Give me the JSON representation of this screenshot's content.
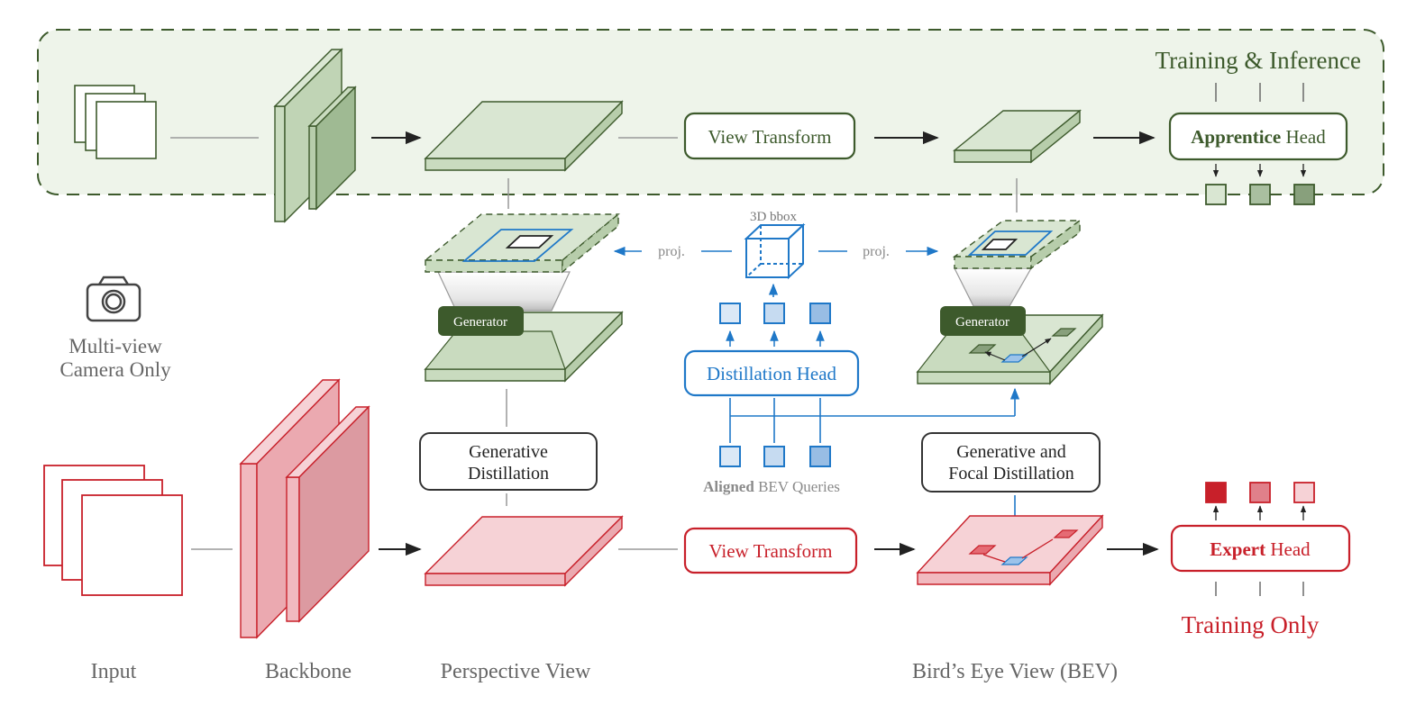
{
  "colors": {
    "green_dark": "#3d5a2c",
    "green_fill": "#d9e6d2",
    "green_mid": "#a9bfa0",
    "green_box": "#88a07c",
    "red": "#c8202a",
    "red_fill": "#f3c9cd",
    "blue": "#1f78c8",
    "blue_fill": "#dbe8f6",
    "gray": "#8a8a8a"
  },
  "top": {
    "mode_label": "Training & Inference",
    "view_transform": "View Transform",
    "head_bold": "Apprentice",
    "head_rest": " Head"
  },
  "bottom": {
    "mode_label": "Training Only",
    "view_transform": "View Transform",
    "head_bold": "Expert",
    "head_rest": " Head"
  },
  "camera_label_line1": "Multi-view",
  "camera_label_line2": "Camera Only",
  "generator_left": "Generator",
  "generator_right": "Generator",
  "gen_distill_line1": "Generative",
  "gen_distill_line2": "Distillation",
  "focal_distill_line1": "Generative and",
  "focal_distill_line2": "Focal Distillation",
  "distill_head": "Distillation Head",
  "bbox_label": "3D bbox",
  "proj_left": "proj.",
  "proj_right": "proj.",
  "queries_bold": "Aligned",
  "queries_rest": " BEV Queries",
  "stage_labels": {
    "input": "Input",
    "backbone": "Backbone",
    "perspective": "Perspective View",
    "bev": "Bird’s Eye View (BEV)"
  }
}
